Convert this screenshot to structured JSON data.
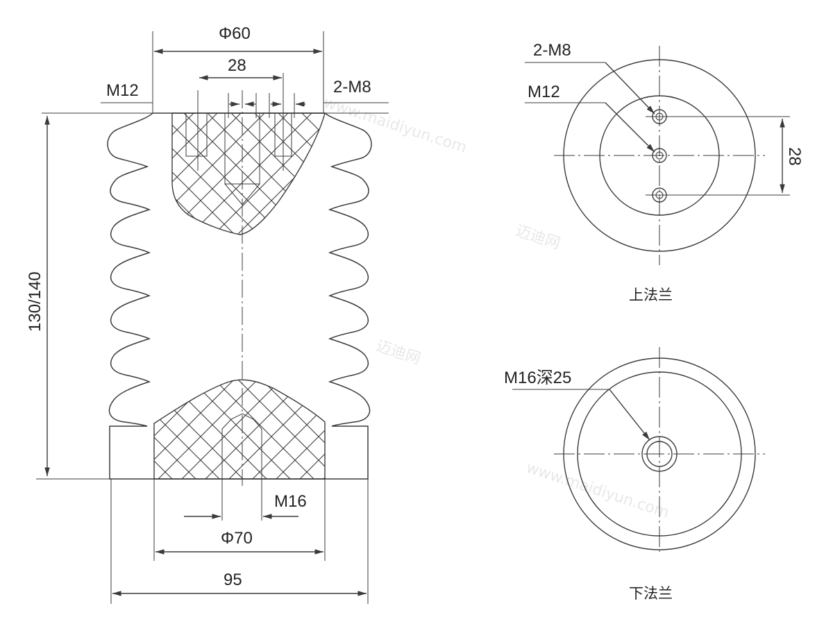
{
  "side_view": {
    "dim_top_diameter": "Φ60",
    "dim_thread_spacing": "28",
    "label_center_thread": "M12",
    "label_side_threads": "2-M8",
    "dim_height": "130/140",
    "label_bottom_thread": "M16",
    "dim_bottom_diameter": "Φ70",
    "dim_shed_diameter": "95"
  },
  "top_flange_view": {
    "label_side_threads": "2-M8",
    "label_center_thread": "M12",
    "dim_spacing": "28",
    "caption": "上法兰"
  },
  "bottom_flange_view": {
    "label_thread": "M16深25",
    "caption": "下法兰"
  },
  "watermark": {
    "brand_cn": "迈迪网",
    "brand_url": "www.maidiyun.com"
  },
  "colors": {
    "line": "#3a3a3a",
    "watermark": "#e8e8e8"
  }
}
